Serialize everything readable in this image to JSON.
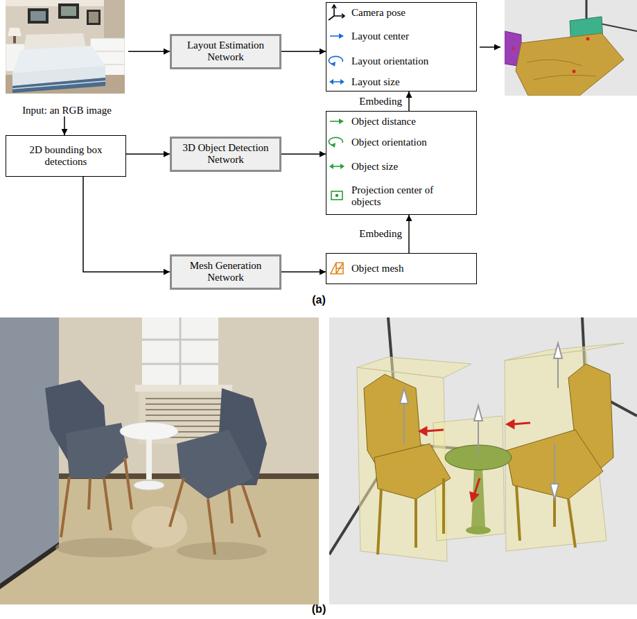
{
  "diagram": {
    "nodes": [
      {
        "text": [
          "Input: an RGB image"
        ]
      },
      {
        "text": [
          "Layout Estimation Network"
        ]
      },
      {
        "text": [
          "Camera pose",
          "Layout center",
          "Layout orientation",
          "Layout size"
        ]
      },
      {
        "text": [
          "2D bounding box detections"
        ]
      },
      {
        "text": [
          "3D Object Detection Network"
        ]
      },
      {
        "text": [
          "Object distance",
          "Object orientation",
          "Object size",
          "Projection center of objects"
        ]
      },
      {
        "text": [
          "Mesh Generation Network"
        ]
      },
      {
        "text": [
          "Object mesh"
        ]
      }
    ],
    "edges": [
      {
        "from": 0,
        "to": 1,
        "arrow": "to"
      },
      {
        "from": 1,
        "to": 2,
        "arrow": "to"
      },
      {
        "from": 0,
        "to": 3,
        "arrow": "to"
      },
      {
        "from": 3,
        "to": 4,
        "arrow": "to"
      },
      {
        "from": 4,
        "to": 5,
        "arrow": "to"
      },
      {
        "from": 3,
        "to": 6,
        "arrow": "to"
      },
      {
        "from": 6,
        "to": 7,
        "arrow": "to"
      },
      {
        "from": 7,
        "to": 5,
        "label": "Embeding",
        "arrow": "to"
      },
      {
        "from": 5,
        "to": 2,
        "label": "Embeding",
        "arrow": "to"
      }
    ],
    "labels": [
      "(a)",
      "(b)"
    ]
  }
}
